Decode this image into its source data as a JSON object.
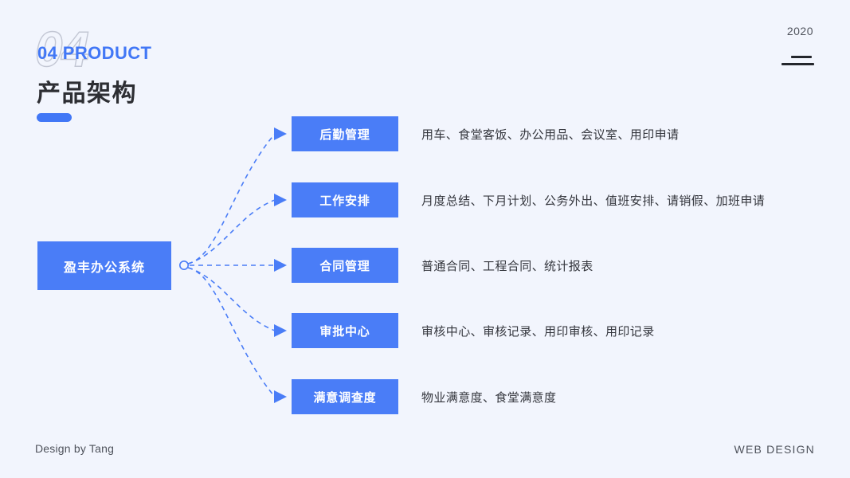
{
  "meta": {
    "background_color": "#f2f5fd",
    "accent_color": "#4177f6",
    "box_color": "#4a7df7",
    "text_color": "#34363d",
    "heading_color": "#2d2e33"
  },
  "header": {
    "ghost_number": "04",
    "eyebrow": "04 PRODUCT",
    "title_cn": "产品架构"
  },
  "topbar": {
    "year": "2020",
    "menu_icon": "two-line-menu-icon"
  },
  "diagram": {
    "root": {
      "label": "盈丰办公系统"
    },
    "hub": {
      "name": "connector-hub-node"
    },
    "branches": [
      {
        "label": "后勤管理",
        "desc": "用车、食堂客饭、办公用品、会议室、用印申请"
      },
      {
        "label": "工作安排",
        "desc": "月度总结、下月计划、公务外出、值班安排、请销假、加班申请"
      },
      {
        "label": "合同管理",
        "desc": "普通合同、工程合同、统计报表"
      },
      {
        "label": "审批中心",
        "desc": "审核中心、审核记录、用印审核、用印记录"
      },
      {
        "label": "满意调查度",
        "desc": "物业满意度、食堂满意度"
      }
    ]
  },
  "footer": {
    "left": "Design by Tang",
    "right": "WEB  DESIGN"
  }
}
